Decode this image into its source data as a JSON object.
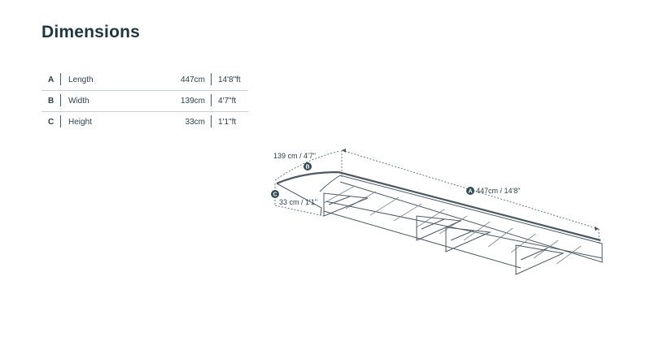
{
  "title": "Dimensions",
  "rows": [
    {
      "letter": "A",
      "name": "Length",
      "metric": "447cm",
      "imperial": "14'8\"ft"
    },
    {
      "letter": "B",
      "name": "Width",
      "metric": "139cm",
      "imperial": "4'7\"ft"
    },
    {
      "letter": "C",
      "name": "Height",
      "metric": "33cm",
      "imperial": "1'1\"ft"
    }
  ],
  "diagram": {
    "length_label": "447cm / 14'8\"",
    "width_label": "139 cm / 4'7\"",
    "height_label": "33 cm / 1'1\"",
    "badge_a": "A",
    "badge_b": "B",
    "badge_c": "C"
  },
  "colors": {
    "title": "#1f3640",
    "line": "#4b5860",
    "badge": "#334a55"
  }
}
